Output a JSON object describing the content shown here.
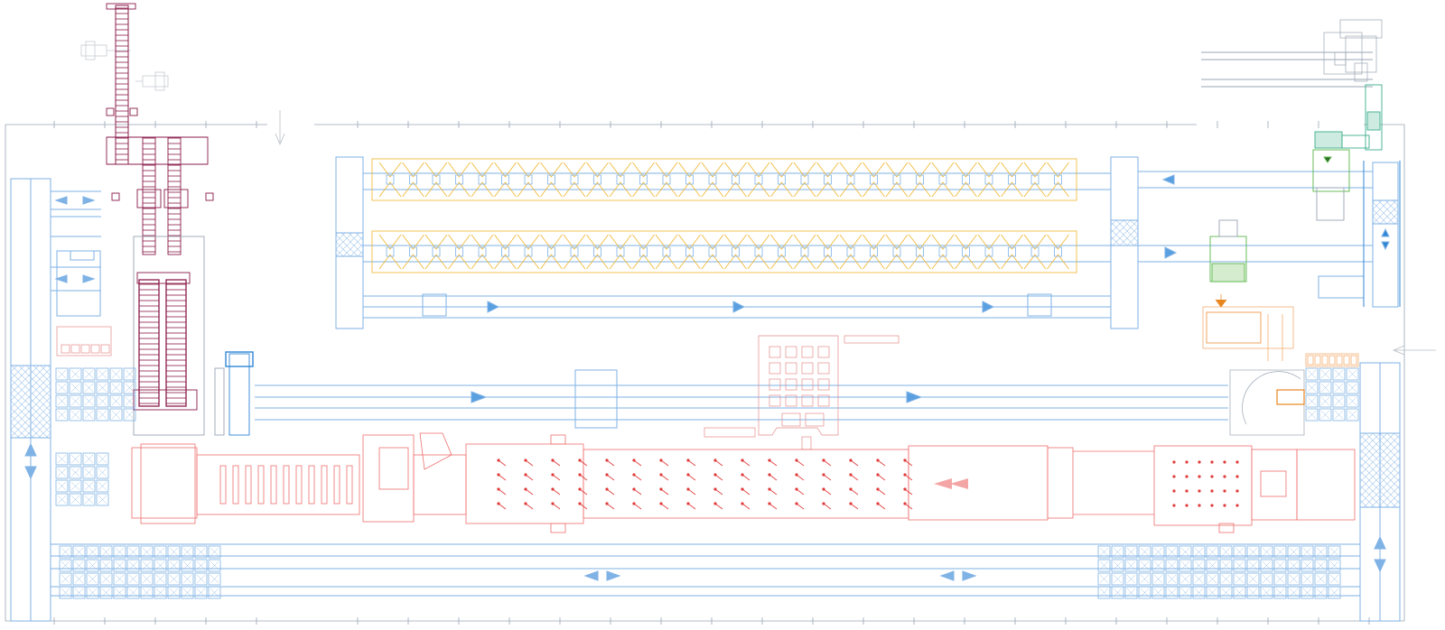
{
  "drawing": {
    "colors": {
      "conveyor": "#7fb2e5",
      "conveyor_dark": "#2f86d6",
      "accumulation": "#f0b429",
      "palletizer": "#8a1c4a",
      "process_line": "#ef6f6f",
      "transfer_green": "#58b848",
      "transfer_teal": "#3cae8c",
      "transfer_orange": "#f2a35c",
      "building_outline": "#9aa5b4",
      "ghost": "#c6cbd2"
    },
    "flow_markers": [
      {
        "id": "south-conveyor-up",
        "direction": "up-down"
      },
      {
        "id": "main-conveyor-right",
        "direction": "right"
      },
      {
        "id": "process-line-left",
        "direction": "left"
      },
      {
        "id": "return-conveyor-both",
        "direction": "left-right"
      },
      {
        "id": "accumulation-return-left",
        "direction": "left"
      }
    ]
  }
}
